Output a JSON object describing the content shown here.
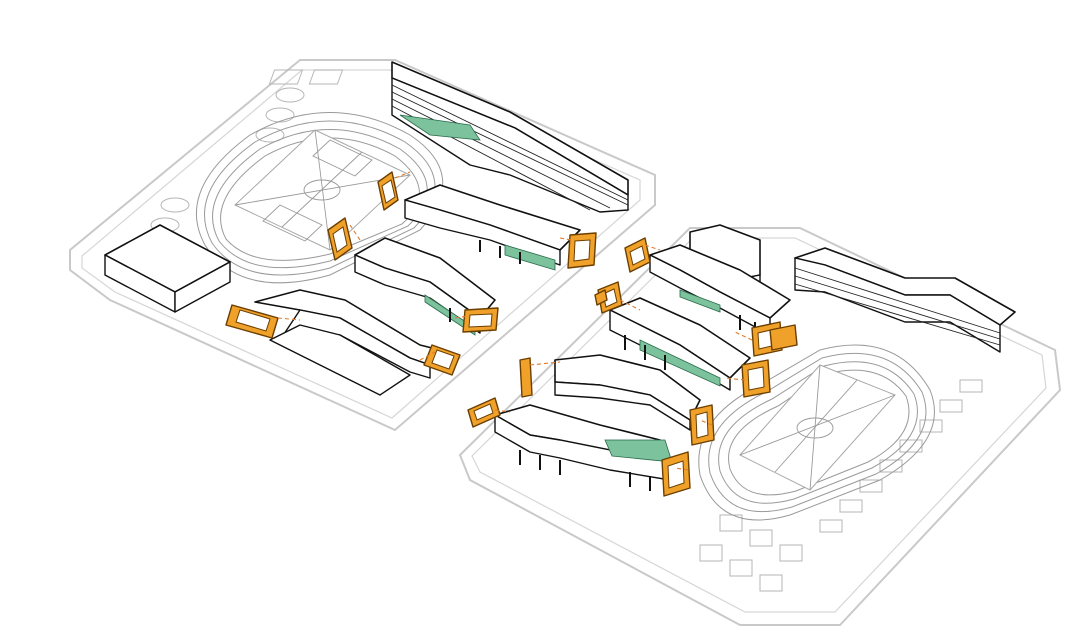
{
  "colors": {
    "background": "#ffffff",
    "site_outline": "#c9c9c9",
    "building_outline": "#111111",
    "accent_frame": "#f0a12a",
    "green_roof": "#7cc29c",
    "connector_dash": "#e07a2a"
  },
  "scheme_left": {
    "frames": 6,
    "green_areas": 3,
    "track_field": 1
  },
  "scheme_right": {
    "frames": 10,
    "green_areas": 3,
    "track_field": 1
  }
}
